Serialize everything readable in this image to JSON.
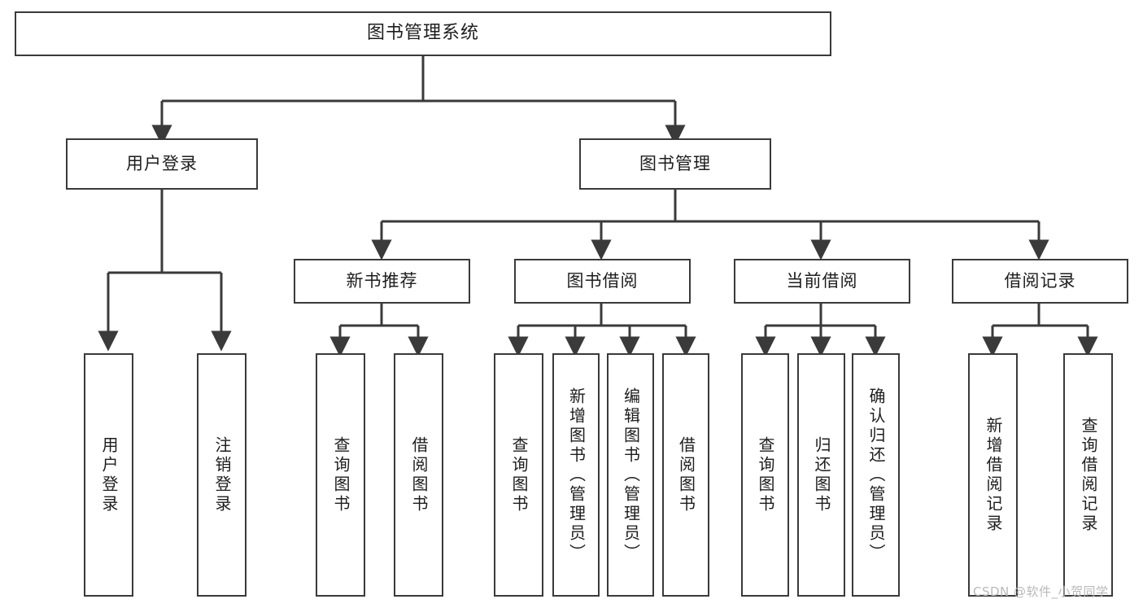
{
  "diagram": {
    "type": "tree-hierarchy",
    "title": "图书管理系统",
    "watermark": "CSDN @软件_小贺同学",
    "colors": {
      "node_border": "#3a3a3a",
      "node_fill": "#ffffff",
      "edge": "#3a3a3a",
      "text": "#1d1d1d",
      "watermark": "#b9b9b9",
      "background": "#ffffff"
    },
    "root": {
      "id": "root",
      "label": "图书管理系统"
    },
    "level2": [
      {
        "id": "user-login",
        "label": "用户登录"
      },
      {
        "id": "book-manage",
        "label": "图书管理"
      }
    ],
    "level3": [
      {
        "id": "new-book-recommend",
        "label": "新书推荐",
        "parent": "book-manage"
      },
      {
        "id": "book-borrow",
        "label": "图书借阅",
        "parent": "book-manage"
      },
      {
        "id": "current-borrow",
        "label": "当前借阅",
        "parent": "book-manage"
      },
      {
        "id": "borrow-record",
        "label": "借阅记录",
        "parent": "book-manage"
      }
    ],
    "leaves": [
      {
        "id": "leaf-user-login",
        "label": "用户登录",
        "parent": "user-login"
      },
      {
        "id": "leaf-logout-login",
        "label": "注销登录",
        "parent": "user-login"
      },
      {
        "id": "leaf-query-book-1",
        "label": "查询图书",
        "parent": "new-book-recommend"
      },
      {
        "id": "leaf-borrow-book-1",
        "label": "借阅图书",
        "parent": "new-book-recommend"
      },
      {
        "id": "leaf-query-book-2",
        "label": "查询图书",
        "parent": "book-borrow"
      },
      {
        "id": "leaf-add-book",
        "label": "新增图书（管理员）",
        "parent": "book-borrow"
      },
      {
        "id": "leaf-edit-book",
        "label": "编辑图书（管理员）",
        "parent": "book-borrow"
      },
      {
        "id": "leaf-borrow-book-2",
        "label": "借阅图书",
        "parent": "book-borrow"
      },
      {
        "id": "leaf-query-book-3",
        "label": "查询图书",
        "parent": "current-borrow"
      },
      {
        "id": "leaf-return-book",
        "label": "归还图书",
        "parent": "current-borrow"
      },
      {
        "id": "leaf-confirm-return",
        "label": "确认归还（管理员）",
        "parent": "current-borrow"
      },
      {
        "id": "leaf-add-record",
        "label": "新增借阅记录",
        "parent": "borrow-record"
      },
      {
        "id": "leaf-query-record",
        "label": "查询借阅记录",
        "parent": "borrow-record"
      }
    ]
  }
}
